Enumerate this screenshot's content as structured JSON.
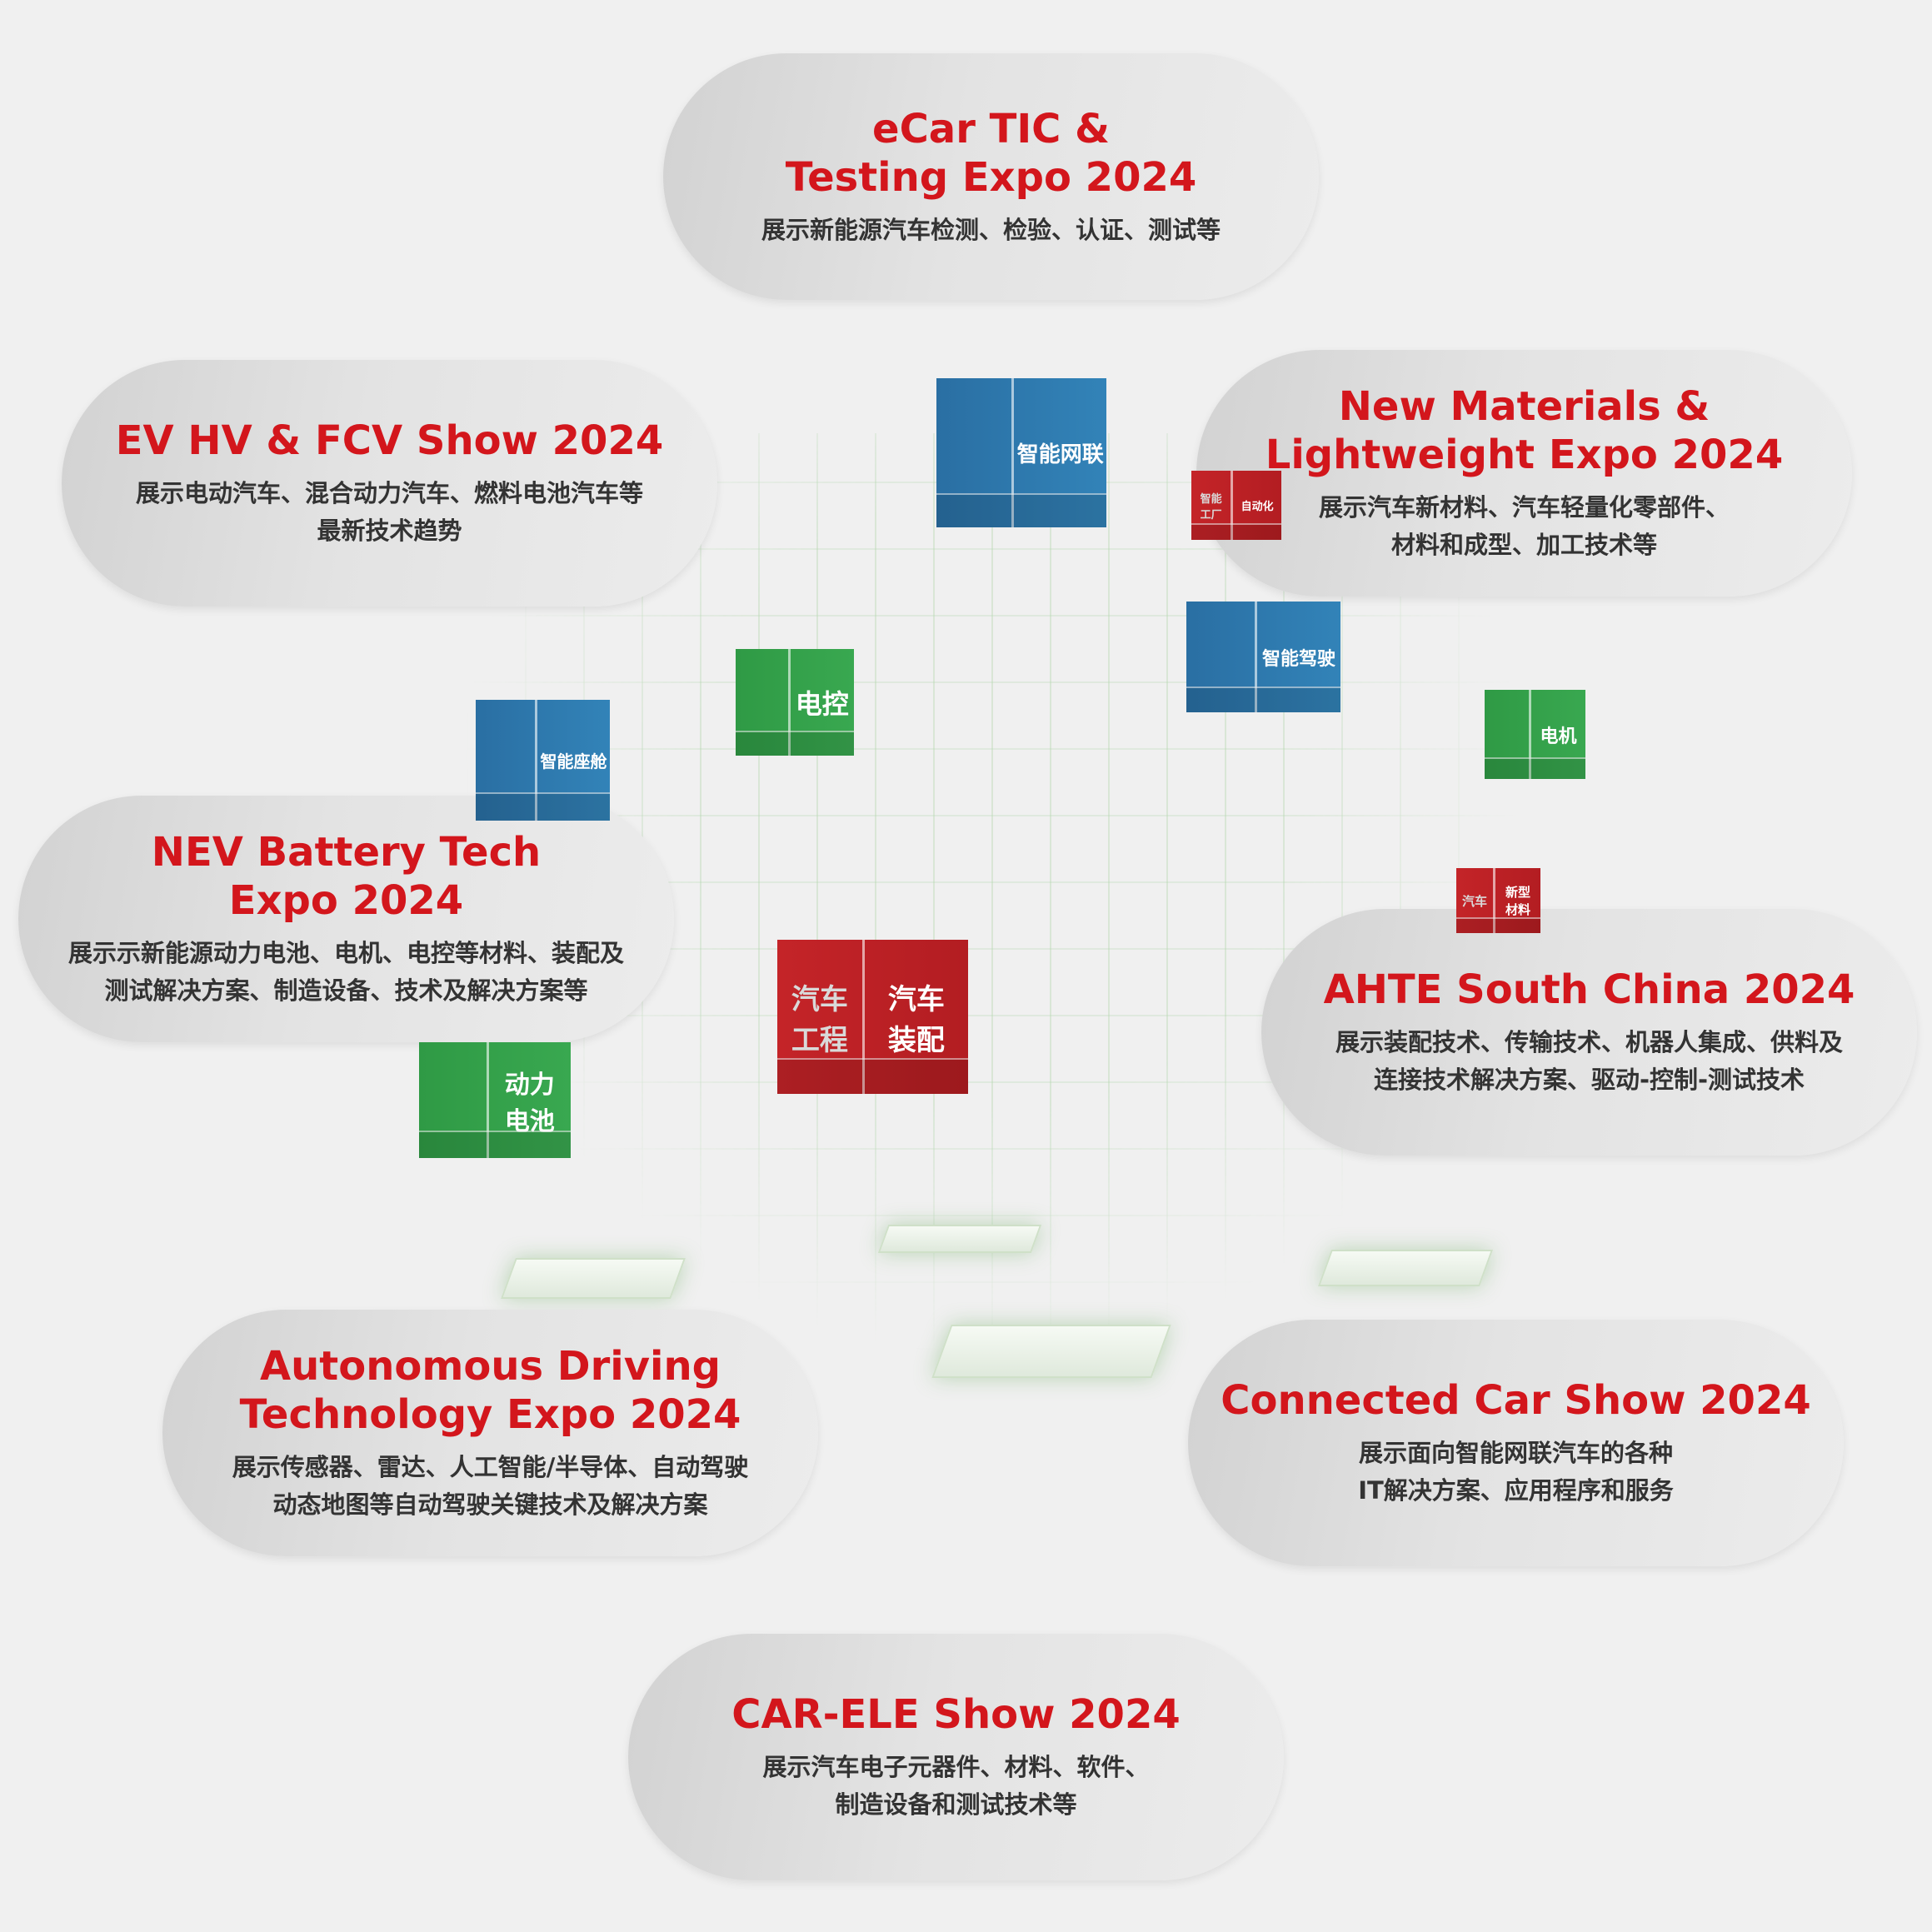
{
  "colors": {
    "title": "#d3161c",
    "subtitle": "#333333",
    "blue": "#3283b8",
    "green": "#39a850",
    "red": "#c42428"
  },
  "shows": [
    {
      "title": "eCar TIC &\nTesting Expo 2024",
      "desc": "展示新能源汽车检测、检验、认证、测试等"
    },
    {
      "title": "EV HV & FCV Show 2024",
      "desc": "展示电动汽车、混合动力汽车、燃料电池汽车等\n最新技术趋势"
    },
    {
      "title": "New Materials &\nLightweight Expo 2024",
      "desc": "展示汽车新材料、汽车轻量化零部件、\n材料和成型、加工技术等"
    },
    {
      "title": "NEV Battery Tech\nExpo 2024",
      "desc": "展示示新能源动力电池、电机、电控等材料、装配及\n测试解决方案、制造设备、技术及解决方案等"
    },
    {
      "title": "AHTE South China 2024",
      "desc": "展示装配技术、传输技术、机器人集成、供料及\n连接技术解决方案、驱动-控制-测试技术"
    },
    {
      "title": "Autonomous Driving\nTechnology Expo 2024",
      "desc": "展示传感器、雷达、人工智能/半导体、自动驾驶\n动态地图等自动驾驶关键技术及解决方案"
    },
    {
      "title": "Connected Car Show 2024",
      "desc": "展示面向智能网联汽车的各种\nIT解决方案、应用程序和服务"
    },
    {
      "title": "CAR-ELE Show 2024",
      "desc": "展示汽车电子元器件、材料、软件、\n制造设备和测试技术等"
    }
  ],
  "cubes": [
    {
      "left": "",
      "right": "智能网联"
    },
    {
      "left": "智能\n工厂",
      "right": "自动化"
    },
    {
      "left": "",
      "right": "智能驾驶"
    },
    {
      "left": "",
      "right": "电机"
    },
    {
      "left": "汽车",
      "right": "新型\n材料"
    },
    {
      "left": "",
      "right": "电控"
    },
    {
      "left": "",
      "right": "智能座舱"
    },
    {
      "left": "汽车\n工程",
      "right": "汽车\n装配"
    },
    {
      "left": "",
      "right": "动力\n电池"
    }
  ]
}
